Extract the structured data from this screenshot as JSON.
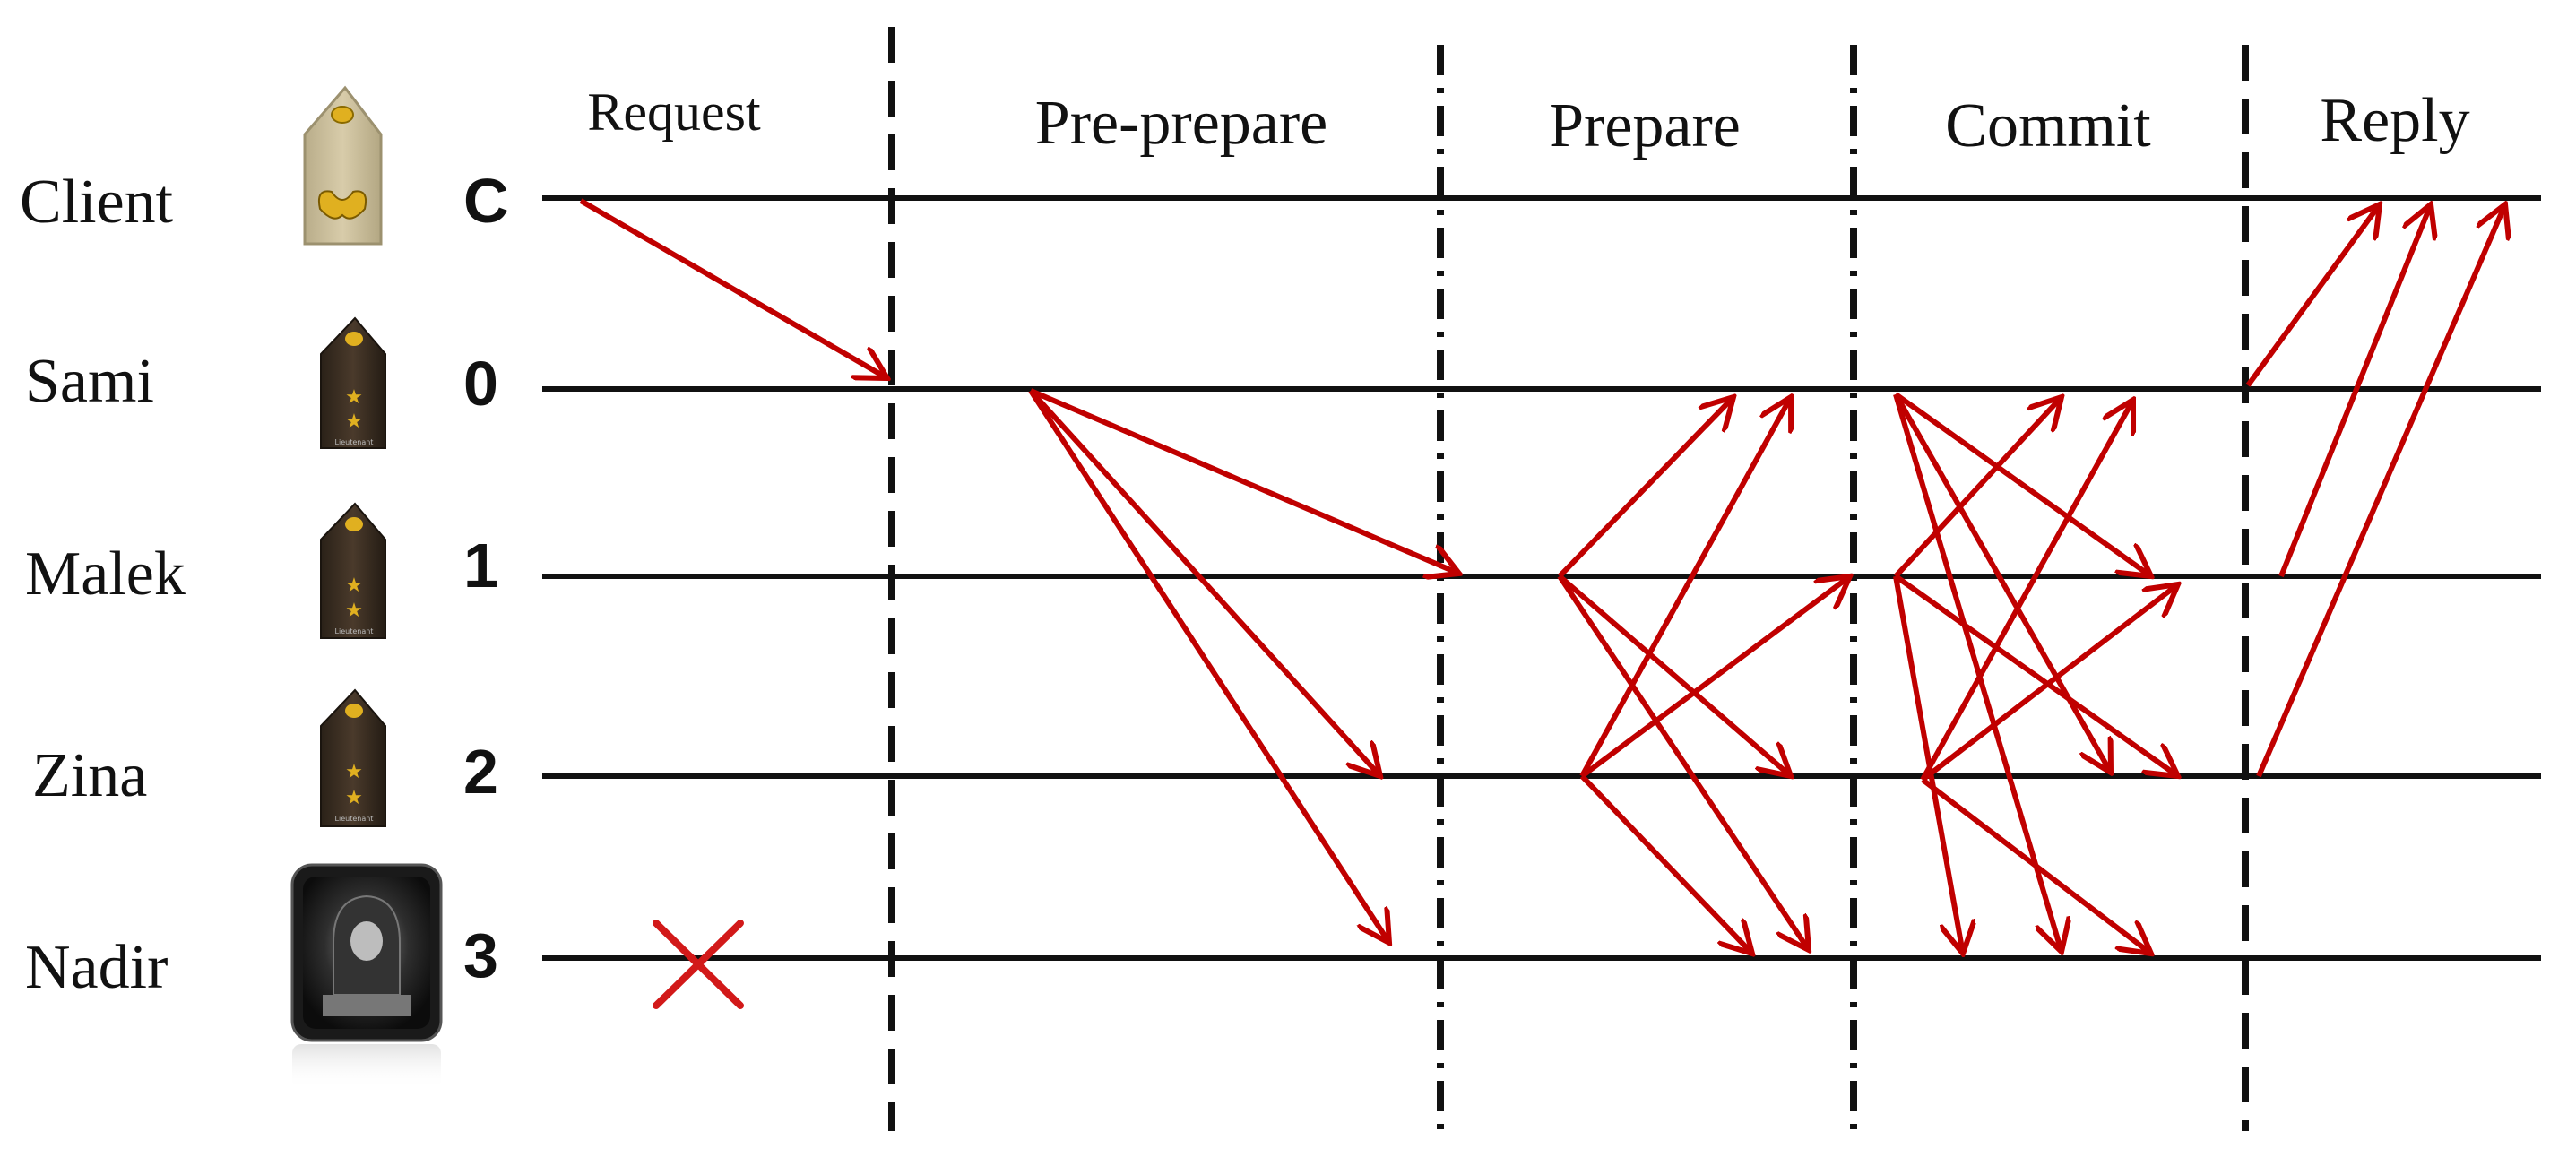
{
  "diagram": {
    "phases": [
      "Request",
      "Pre-prepare",
      "Prepare",
      "Commit",
      "Reply"
    ],
    "nodes": [
      {
        "name": "Client",
        "id": "C",
        "icon": "client-rank-insignia-icon"
      },
      {
        "name": "Sami",
        "id": "0",
        "icon": "lieutenant-rank-insignia-icon"
      },
      {
        "name": "Malek",
        "id": "1",
        "icon": "lieutenant-rank-insignia-icon"
      },
      {
        "name": "Zina",
        "id": "2",
        "icon": "lieutenant-rank-insignia-icon"
      },
      {
        "name": "Nadir",
        "id": "3",
        "icon": "hooded-hacker-icon"
      }
    ],
    "insignia_caption": "Lieutenant",
    "failed_node": "3",
    "arrow_color": "#c00000",
    "messages": {
      "request": [
        [
          "C",
          "0"
        ]
      ],
      "pre_prepare": [
        [
          "0",
          "1"
        ],
        [
          "0",
          "2"
        ],
        [
          "0",
          "3"
        ]
      ],
      "prepare": [
        [
          "1",
          "0"
        ],
        [
          "1",
          "2"
        ],
        [
          "1",
          "3"
        ],
        [
          "2",
          "0"
        ],
        [
          "2",
          "1"
        ],
        [
          "2",
          "3"
        ]
      ],
      "commit": [
        [
          "0",
          "1"
        ],
        [
          "0",
          "2"
        ],
        [
          "0",
          "3"
        ],
        [
          "1",
          "0"
        ],
        [
          "1",
          "2"
        ],
        [
          "1",
          "3"
        ],
        [
          "2",
          "0"
        ],
        [
          "2",
          "1"
        ],
        [
          "2",
          "3"
        ]
      ],
      "reply": [
        [
          "0",
          "C"
        ],
        [
          "1",
          "C"
        ],
        [
          "2",
          "C"
        ]
      ]
    }
  }
}
